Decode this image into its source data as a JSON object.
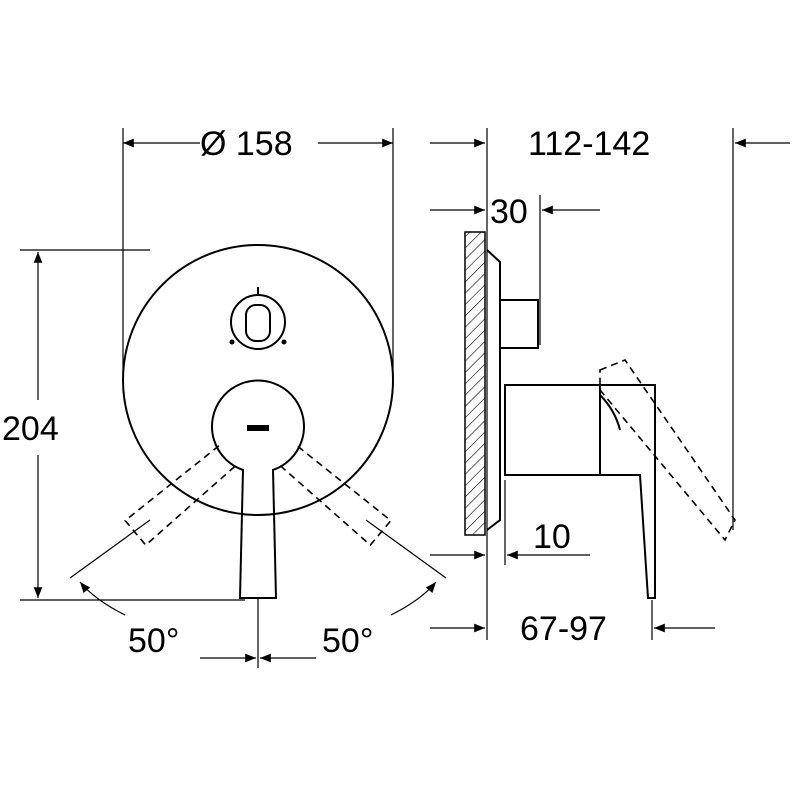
{
  "dimensions": {
    "diameter": "Ø 158",
    "depth_range": "112-142",
    "body_depth": "30",
    "height": "204",
    "plate_offset": "10",
    "handle_projection": "67-97",
    "angle_left": "50°",
    "angle_right": "50°"
  }
}
